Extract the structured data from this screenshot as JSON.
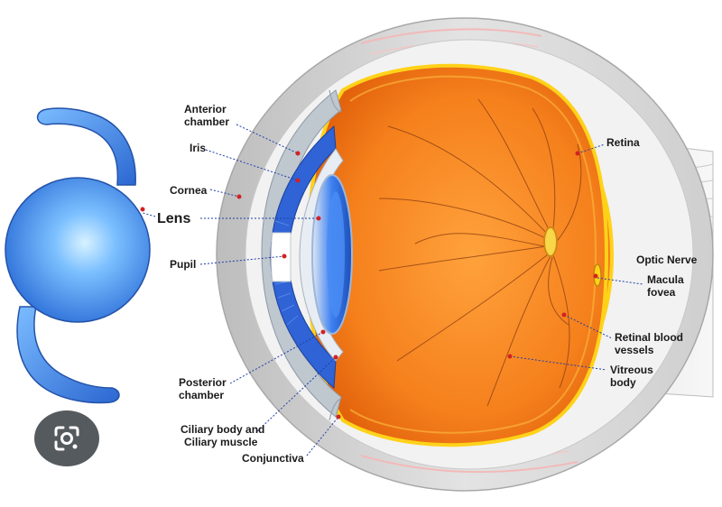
{
  "labels": {
    "anterior_chamber": [
      "Anterior",
      "chamber"
    ],
    "iris": "Iris",
    "cornea": "Cornea",
    "lens": "Lens",
    "pupil": "Pupil",
    "posterior_chamber": [
      "Posterior",
      "chamber"
    ],
    "ciliary": [
      "Ciliary body and",
      "Ciliary muscle"
    ],
    "conjunctiva": "Conjunctiva",
    "retina": "Retina",
    "optic_nerve": "Optic Nerve",
    "macula": [
      "Macula",
      "fovea"
    ],
    "retinal_vessels": [
      "Retinal blood",
      "vessels"
    ],
    "vitreous": [
      "Vitreous",
      "body"
    ]
  },
  "icons": {
    "lens_search": "lens-search-icon"
  },
  "colors": {
    "vitreous_orange": "#f07a1a",
    "retina_yellow": "#ffd21a",
    "sclera_gray": "#d9d9d9",
    "iris_blue": "#2f63d6",
    "lens_blue": "#3f84f0",
    "leader_blue": "#1f3fa8",
    "marker_red": "#d32222"
  }
}
